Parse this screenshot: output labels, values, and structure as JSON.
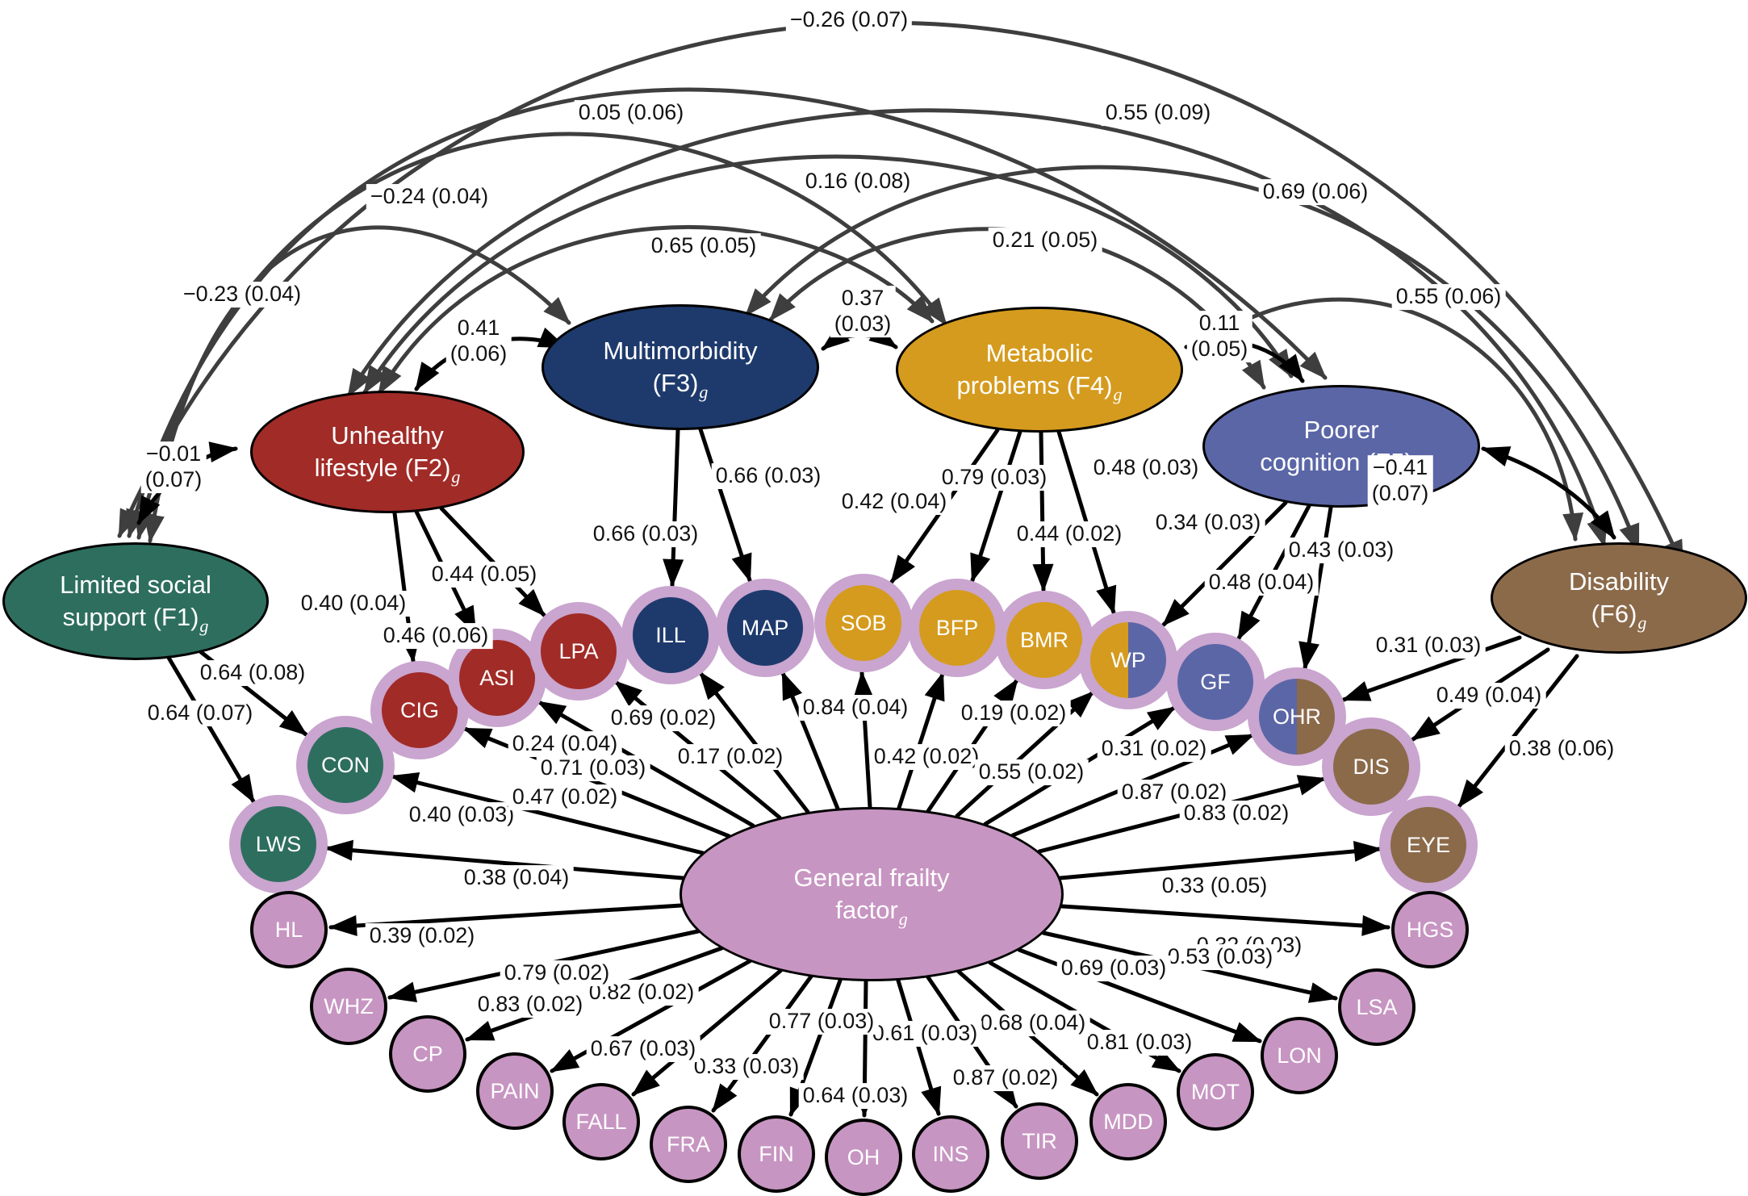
{
  "figure": {
    "description": "Bifactor structural equation model of a general frailty factor with six specific factors and 30 indicators; values are standardized loadings/correlations with standard errors in parentheses"
  },
  "colors": {
    "f1_limited_social_support": "#2E6E5E",
    "f2_unhealthy_lifestyle": "#A12B27",
    "f3_multimorbidity": "#1E3A6D",
    "f4_metabolic_problems": "#D59B1E",
    "f5_poorer_cognition": "#5B66A7",
    "f6_disability": "#8B6A4A",
    "general_factor": "#C795C2",
    "indicator_ring": "#C9A5CF",
    "correlation_arc": "#3E3E3E",
    "arrow": "#000000"
  },
  "factors": {
    "f1": {
      "line1": "Limited social",
      "line2": "support (F1)",
      "sub": "g"
    },
    "f2": {
      "line1": "Unhealthy",
      "line2": "lifestyle (F2)",
      "sub": "g"
    },
    "f3": {
      "line1": "Multimorbidity",
      "line2": "(F3)",
      "sub": "g"
    },
    "f4": {
      "line1": "Metabolic",
      "line2": "problems (F4)",
      "sub": "g"
    },
    "f5": {
      "line1": "Poorer",
      "line2": "cognition (F5)",
      "sub": "g"
    },
    "f6": {
      "line1": "Disability",
      "line2": "(F6)",
      "sub": "g"
    },
    "general": {
      "line1": "General frailty",
      "line2": "factor",
      "sub": "g"
    }
  },
  "indicators": [
    {
      "code": "CON",
      "group": "F1"
    },
    {
      "code": "LWS",
      "group": "F1"
    },
    {
      "code": "CIG",
      "group": "F2"
    },
    {
      "code": "ASI",
      "group": "F2"
    },
    {
      "code": "LPA",
      "group": "F2"
    },
    {
      "code": "ILL",
      "group": "F3"
    },
    {
      "code": "MAP",
      "group": "F3"
    },
    {
      "code": "SOB",
      "group": "F4"
    },
    {
      "code": "BFP",
      "group": "F4"
    },
    {
      "code": "BMR",
      "group": "F4"
    },
    {
      "code": "WP",
      "group": "F4+F5"
    },
    {
      "code": "GF",
      "group": "F5"
    },
    {
      "code": "OHR",
      "group": "F5+F6"
    },
    {
      "code": "DIS",
      "group": "F6"
    },
    {
      "code": "EYE",
      "group": "F6"
    },
    {
      "code": "HL",
      "group": "general"
    },
    {
      "code": "WHZ",
      "group": "general"
    },
    {
      "code": "CP",
      "group": "general"
    },
    {
      "code": "PAIN",
      "group": "general"
    },
    {
      "code": "FALL",
      "group": "general"
    },
    {
      "code": "FRA",
      "group": "general"
    },
    {
      "code": "FIN",
      "group": "general"
    },
    {
      "code": "OH",
      "group": "general"
    },
    {
      "code": "INS",
      "group": "general"
    },
    {
      "code": "TIR",
      "group": "general"
    },
    {
      "code": "MDD",
      "group": "general"
    },
    {
      "code": "MOT",
      "group": "general"
    },
    {
      "code": "LON",
      "group": "general"
    },
    {
      "code": "LSA",
      "group": "general"
    },
    {
      "code": "HGS",
      "group": "general"
    }
  ],
  "general_loadings": {
    "CON": "0.40 (0.03)",
    "LWS": "0.38 (0.04)",
    "CIG": "0.47 (0.02)",
    "ASI": "0.24 (0.04)",
    "LPA": "0.71 (0.03)",
    "ILL": "0.69 (0.02)",
    "MAP": "0.17 (0.02)",
    "SOB": "0.84 (0.04)",
    "BFP": "0.42 (0.02)",
    "BMR": "0.19 (0.02)",
    "WP": "0.55 (0.02)",
    "GF": "0.31 (0.02)",
    "OHR": "0.87 (0.02)",
    "DIS": "0.83 (0.02)",
    "EYE": "0.33 (0.05)",
    "HL": "0.39 (0.02)",
    "WHZ": "0.79 (0.02)",
    "CP": "0.83 (0.02)",
    "PAIN": "0.82 (0.02)",
    "FALL": "0.67 (0.03)",
    "FRA": "0.33 (0.03)",
    "FIN": "0.77 (0.03)",
    "OH": "0.64 (0.03)",
    "INS": "0.61 (0.03)",
    "TIR": "0.87 (0.02)",
    "MDD": "0.68 (0.04)",
    "MOT": "0.81 (0.03)",
    "LON": "0.69 (0.03)",
    "LSA": "0.53 (0.03)",
    "HGS": "0.32 (0.03)"
  },
  "factor_loadings": {
    "F1_CON": "0.64 (0.08)",
    "F1_LWS": "0.64 (0.07)",
    "F2_CIG": "0.40 (0.04)",
    "F2_ASI": "0.46 (0.06)",
    "F2_LPA": "0.44 (0.05)",
    "F3_ILL": "0.66 (0.03)",
    "F3_MAP": "0.66 (0.03)",
    "F4_SOB": "0.42 (0.04)",
    "F4_BFP": "0.79 (0.03)",
    "F4_BMR": "0.44 (0.02)",
    "F4_WP": "0.48 (0.03)",
    "F5_WP": "0.34 (0.03)",
    "F5_GF": "0.48 (0.04)",
    "F5_OHR": "0.43 (0.03)",
    "F6_OHR": "0.31 (0.03)",
    "F6_DIS": "0.49 (0.04)",
    "F6_EYE": "0.38 (0.06)"
  },
  "correlations": {
    "F1_F2": {
      "v": "−0.01",
      "se": "(0.07)"
    },
    "F2_F3": {
      "v": "0.41",
      "se": "(0.06)"
    },
    "F3_F4": {
      "v": "0.37",
      "se": "(0.03)"
    },
    "F4_F5": {
      "v": "0.11",
      "se": "(0.05)"
    },
    "F5_F6": {
      "v": "−0.41",
      "se": "(0.07)"
    },
    "F1_F3": "−0.23 (0.04)",
    "F1_F4": "−0.24 (0.04)",
    "F1_F5": "0.05 (0.06)",
    "F1_F6": "−0.26 (0.07)",
    "F2_F4": "0.65 (0.05)",
    "F2_F5": "0.16 (0.08)",
    "F2_F6": "0.55 (0.09)",
    "F3_F5": "0.21 (0.05)",
    "F3_F6": "0.69 (0.06)",
    "F4_F6": "0.55 (0.06)"
  }
}
